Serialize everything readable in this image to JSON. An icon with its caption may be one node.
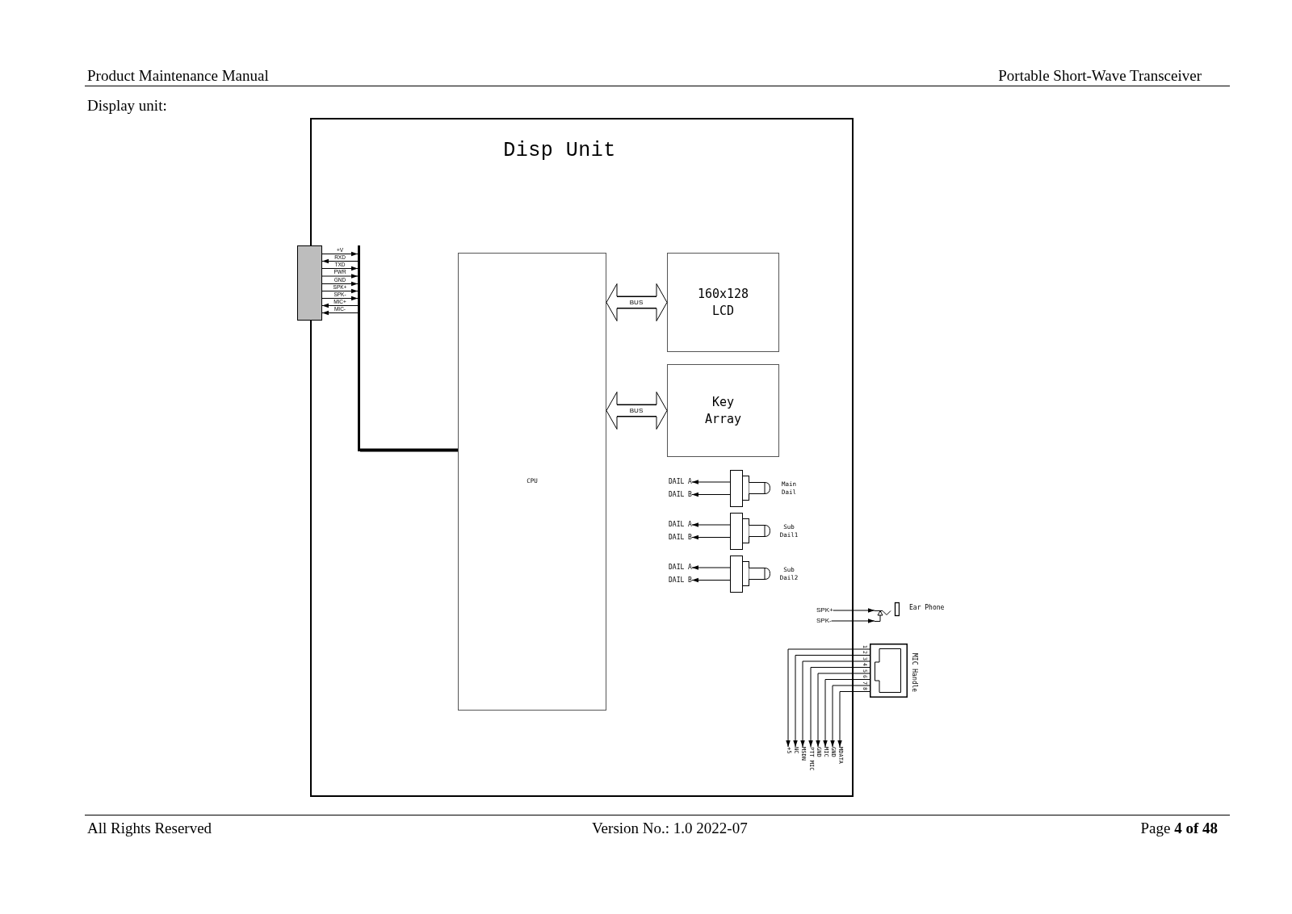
{
  "diagram": {
    "title": "Display unit:",
    "nodes": [
      {
        "text": [
          "Disp Unit"
        ]
      },
      {
        "text": [],
        "shape": "box"
      },
      {
        "text": [],
        "shape": "bar",
        "in": 0
      },
      {
        "text": [
          "CPU"
        ],
        "in": 0
      },
      {
        "text": [
          "160x128 LCD"
        ],
        "in": 0
      },
      {
        "text": [
          "Key Array"
        ],
        "in": 0
      },
      {
        "text": [
          "DAIL A"
        ],
        "in": 0
      },
      {
        "text": [
          "DAIL B"
        ],
        "in": 0
      },
      {
        "text": [
          "Main Dail"
        ],
        "in": 0
      },
      {
        "text": [
          "DAIL A"
        ],
        "in": 0
      },
      {
        "text": [
          "DAIL B"
        ],
        "in": 0
      },
      {
        "text": [
          "Sub Dail1"
        ],
        "in": 0
      },
      {
        "text": [
          "DAIL A"
        ],
        "in": 0
      },
      {
        "text": [
          "DAIL B"
        ],
        "in": 0
      },
      {
        "text": [
          "Sub Dail2"
        ],
        "in": 0
      },
      {
        "text": [
          "SPK+"
        ],
        "in": 0
      },
      {
        "text": [
          "SPK-"
        ],
        "in": 0
      },
      {
        "text": [
          "Ear Phone"
        ]
      },
      {
        "text": [
          "MIC Handle"
        ]
      },
      {
        "text": [
          "+5"
        ],
        "in": 0
      },
      {
        "text": [
          "NC"
        ],
        "in": 0
      },
      {
        "text": [
          "MSDN"
        ],
        "in": 0
      },
      {
        "text": [
          "PTT MIC"
        ],
        "in": 0
      },
      {
        "text": [
          "GND"
        ],
        "in": 0
      },
      {
        "text": [
          "MIC"
        ],
        "in": 0
      },
      {
        "text": [
          "GND"
        ],
        "in": 0
      },
      {
        "text": [
          "MDATA"
        ],
        "in": 0
      }
    ],
    "edges": [
      {
        "from": 1,
        "to": 2,
        "arrow": "to",
        "label": "+V"
      },
      {
        "from": 2,
        "to": 1,
        "arrow": "to",
        "label": "RXD"
      },
      {
        "from": 1,
        "to": 2,
        "arrow": "to",
        "label": "TXD"
      },
      {
        "from": 1,
        "to": 2,
        "arrow": "to",
        "label": "PWR"
      },
      {
        "from": 1,
        "to": 2,
        "arrow": "to",
        "label": "GND"
      },
      {
        "from": 1,
        "to": 2,
        "arrow": "to",
        "label": "SPK+"
      },
      {
        "from": 1,
        "to": 2,
        "arrow": "to",
        "label": "SPK-"
      },
      {
        "from": 2,
        "to": 1,
        "arrow": "to",
        "label": "MIC+"
      },
      {
        "from": 2,
        "to": 1,
        "arrow": "to",
        "label": "MIC-"
      },
      {
        "from": 2,
        "to": 3,
        "arrow": "none",
        "style": "thick"
      },
      {
        "from": 3,
        "to": 4,
        "arrow": "both",
        "label": "BUS"
      },
      {
        "from": 3,
        "to": 5,
        "arrow": "both",
        "label": "BUS"
      },
      {
        "from": 8,
        "to": 6,
        "arrow": "to"
      },
      {
        "from": 8,
        "to": 7,
        "arrow": "to"
      },
      {
        "from": 11,
        "to": 9,
        "arrow": "to"
      },
      {
        "from": 11,
        "to": 10,
        "arrow": "to"
      },
      {
        "from": 14,
        "to": 12,
        "arrow": "to"
      },
      {
        "from": 14,
        "to": 13,
        "arrow": "to"
      },
      {
        "from": 15,
        "to": 17,
        "arrow": "to"
      },
      {
        "from": 16,
        "to": 17,
        "arrow": "to"
      },
      {
        "from": 18,
        "to": 19,
        "arrow": "to",
        "label": "1"
      },
      {
        "from": 18,
        "to": 20,
        "arrow": "to",
        "label": "2"
      },
      {
        "from": 18,
        "to": 21,
        "arrow": "to",
        "label": "3"
      },
      {
        "from": 18,
        "to": 22,
        "arrow": "to",
        "label": "4"
      },
      {
        "from": 18,
        "to": 23,
        "arrow": "to",
        "label": "5"
      },
      {
        "from": 18,
        "to": 24,
        "arrow": "to",
        "label": "6"
      },
      {
        "from": 18,
        "to": 25,
        "arrow": "to",
        "label": "7"
      },
      {
        "from": 18,
        "to": 26,
        "arrow": "to",
        "label": "8"
      }
    ],
    "labels": [
      "Product Maintenance Manual",
      "Portable Short-Wave Transceiver",
      "All Rights Reserved",
      "Version No.: 1.0 2022-07",
      "Page **4 of 48**"
    ]
  }
}
